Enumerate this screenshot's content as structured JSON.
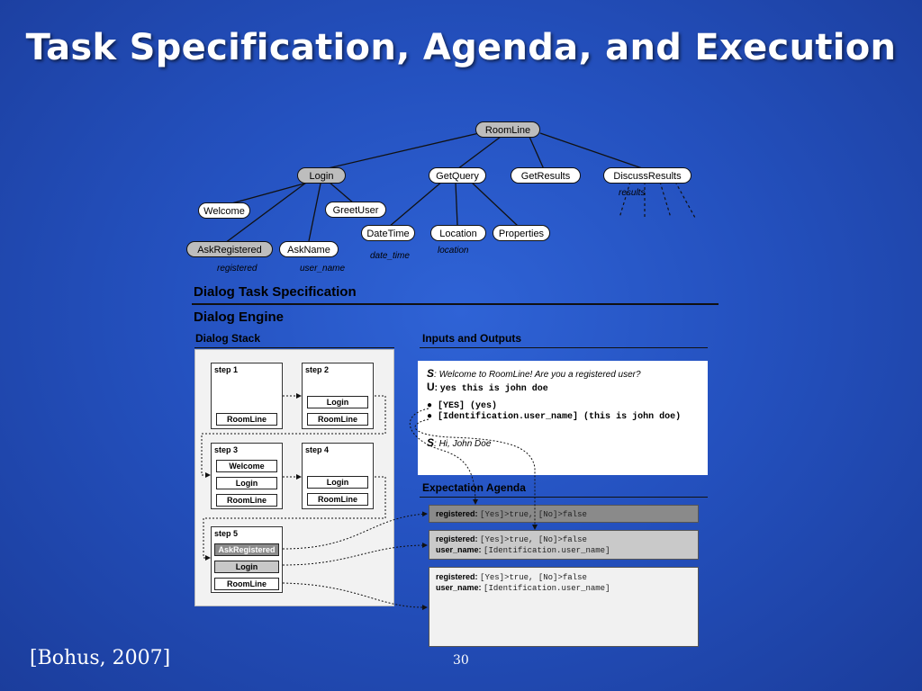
{
  "slide": {
    "title": "Task Specification, Agenda, and Execution",
    "citation": "[Bohus, 2007]",
    "page_number": "30"
  },
  "tree": {
    "nodes": {
      "roomline": "RoomLine",
      "login": "Login",
      "getquery": "GetQuery",
      "getresults": "GetResults",
      "discussresults": "DiscussResults",
      "welcome": "Welcome",
      "greetuser": "GreetUser",
      "datetime": "DateTime",
      "location": "Location",
      "properties": "Properties",
      "askregistered": "AskRegistered",
      "askname": "AskName"
    },
    "concepts": {
      "results": "results",
      "registered": "registered",
      "user_name": "user_name",
      "date_time": "date_time",
      "location": "location"
    }
  },
  "labels": {
    "task_spec": "Dialog Task Specification",
    "engine": "Dialog Engine",
    "stack": "Dialog Stack",
    "io": "Inputs and Outputs",
    "agenda": "Expectation Agenda"
  },
  "stack": {
    "step1": {
      "label": "step 1",
      "items": [
        "RoomLine"
      ]
    },
    "step2": {
      "label": "step 2",
      "items": [
        "Login",
        "RoomLine"
      ]
    },
    "step3": {
      "label": "step 3",
      "items": [
        "Welcome",
        "Login",
        "RoomLine"
      ]
    },
    "step4": {
      "label": "step 4",
      "items": [
        "Login",
        "RoomLine"
      ]
    },
    "step5": {
      "label": "step 5",
      "items": [
        "AskRegistered",
        "Login",
        "RoomLine"
      ]
    }
  },
  "io": {
    "s1_speaker": "S",
    "s1_text": ": Welcome to RoomLine! Are you a registered user?",
    "u_speaker": "U",
    "u_text": "yes this is john doe",
    "parse1": "[YES] (yes)",
    "parse2": "[Identification.user_name] (this is john doe)",
    "s2_speaker": "S",
    "s2_text": ": Hi, John Doe"
  },
  "agenda": {
    "box1": {
      "l1_key": "registered:",
      "l1_val": "[Yes]>true, [No]>false"
    },
    "box2": {
      "l1_key": "registered:",
      "l1_val": "[Yes]>true, [No]>false",
      "l2_key": "user_name:",
      "l2_val": "[Identification.user_name]"
    },
    "box3": {
      "l1_key": "registered:",
      "l1_val": "[Yes]>true, [No]>false",
      "l2_key": "user_name:",
      "l2_val": "[Identification.user_name]"
    }
  }
}
